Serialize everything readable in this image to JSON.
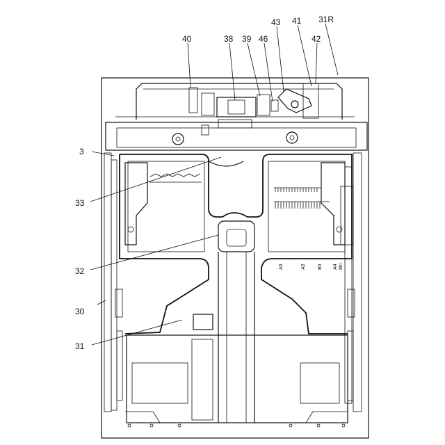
{
  "reference_labels": {
    "r40": "40",
    "r38": "38",
    "r39": "39",
    "r46": "46",
    "r43": "43",
    "r41": "41",
    "r42": "42",
    "r31r": "31R",
    "r3": "3",
    "r33": "33",
    "r32": "32",
    "r30": "30",
    "r31": "31"
  },
  "paper_size_marks": [
    "A6",
    "A5",
    "B5",
    "A4",
    "8in"
  ]
}
